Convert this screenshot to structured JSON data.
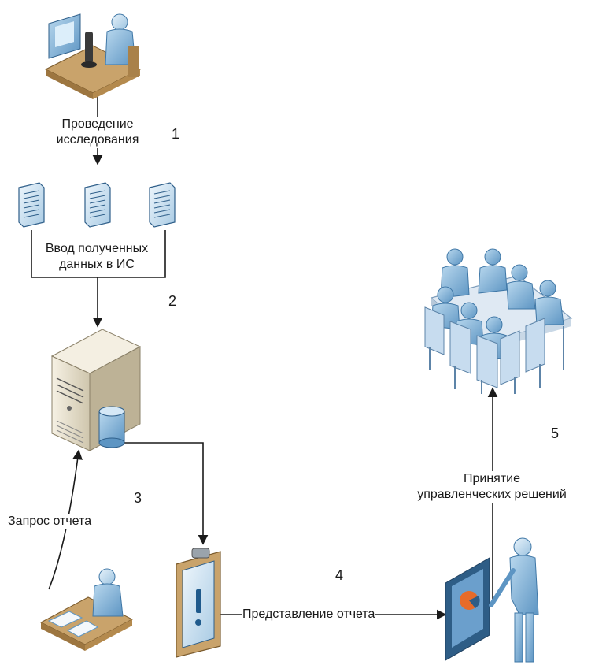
{
  "steps": [
    {
      "number": "1",
      "label_lines": [
        "Проведение",
        "исследования"
      ]
    },
    {
      "number": "2",
      "label_lines": [
        "Ввод полученных",
        "данных в ИС"
      ]
    },
    {
      "number": "3",
      "label": "Запрос отчета"
    },
    {
      "number": "4",
      "label": "Представление отчета"
    },
    {
      "number": "5",
      "label_lines": [
        "Принятие",
        "управленческих решений"
      ]
    }
  ],
  "icons": [
    "researcher-microscope-icon",
    "document-icon",
    "server-database-icon",
    "clerk-desk-icon",
    "clipboard-report-icon",
    "presenter-board-icon",
    "meeting-table-icon"
  ],
  "colors": {
    "figure": "#7fb2d6",
    "figure_dark": "#3f77a6",
    "server": "#e9e2cf",
    "line": "#1a1a1a"
  }
}
